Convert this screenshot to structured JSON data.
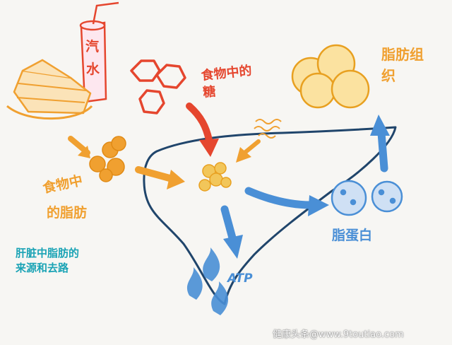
{
  "labels": {
    "soda": "汽水",
    "dietary_sugar": "食物中的糖",
    "adipose_tissue": "脂肪组织",
    "dietary_fat_line1": "食物中",
    "dietary_fat_line2": "的脂肪",
    "lipoprotein": "脂蛋白",
    "atp": "ATP"
  },
  "title_lines": [
    "肝脏中脂肪的",
    "来源和去路"
  ],
  "watermark": "健康头条@www.9toutiao.com",
  "colors": {
    "orange": "#f0a030",
    "red": "#e5462e",
    "blue": "#4a8fd6",
    "navy": "#20456b",
    "yellow": "#f2c65a",
    "teal": "#1aa3b5"
  }
}
